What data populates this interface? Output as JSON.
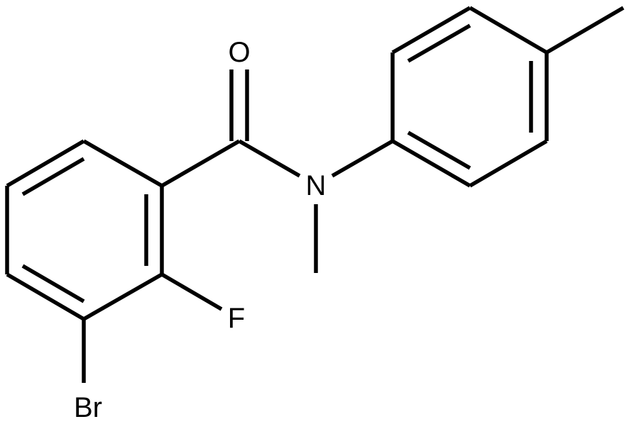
{
  "atoms": {
    "oxygen": "O",
    "nitrogen": "N",
    "fluorine": "F",
    "bromine": "Br"
  },
  "colors": {
    "bond": "#000000",
    "background": "#ffffff"
  }
}
